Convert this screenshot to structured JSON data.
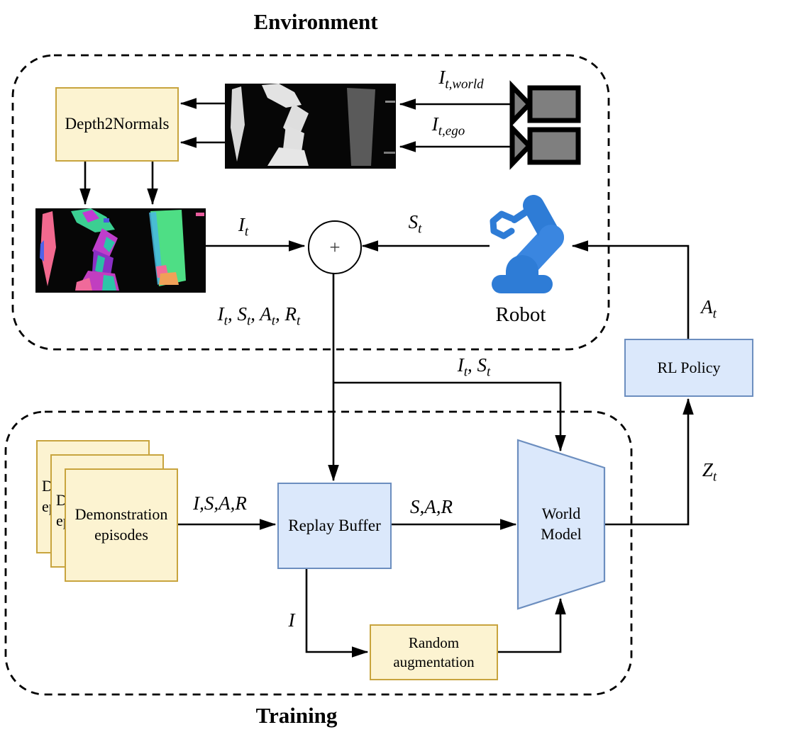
{
  "titles": {
    "environment": "Environment",
    "training": "Training"
  },
  "colors": {
    "yellow_fill": "#fcf3d1",
    "yellow_stroke": "#c8a43e",
    "blue_fill": "#dbe8fb",
    "blue_stroke": "#6c8ebf",
    "camera_gray": "#7f7f7f",
    "robot_blue": "#2e7cd6",
    "robot_blue_light": "#3a86e0",
    "line": "#000000"
  },
  "environment": {
    "depth2normals_label": "Depth2Normals",
    "robot_label": "Robot",
    "plus_sign": "+",
    "math": {
      "it_world": [
        [
          "I",
          "t,world"
        ]
      ],
      "it_ego": [
        [
          "I",
          "t,ego"
        ]
      ],
      "it": [
        [
          "I",
          "t"
        ]
      ],
      "st": [
        [
          "S",
          "t"
        ]
      ],
      "itstatrt": [
        [
          "I",
          "t"
        ],
        [
          ", S",
          "t"
        ],
        [
          ", A",
          "t"
        ],
        [
          ", R",
          "t"
        ]
      ]
    }
  },
  "policy": {
    "rl_policy_label": "RL Policy",
    "math": {
      "at": [
        [
          "A",
          "t"
        ]
      ],
      "zt": [
        [
          "Z",
          "t"
        ]
      ]
    }
  },
  "training_section": {
    "demonstration_line1": "Demonstration",
    "demonstration_line2": "episodes",
    "replay_buffer_label": "Replay Buffer",
    "world_model_line1": "World",
    "world_model_line2": "Model",
    "random_aug_line1": "Random",
    "random_aug_line2": "augmentation",
    "math": {
      "isar": [
        [
          "I,S,A,R",
          ""
        ]
      ],
      "sar": [
        [
          "S,A,R",
          ""
        ]
      ],
      "i": [
        [
          "I",
          ""
        ]
      ],
      "it_st": [
        [
          "I",
          "t"
        ],
        [
          ", S",
          "t"
        ]
      ]
    }
  }
}
